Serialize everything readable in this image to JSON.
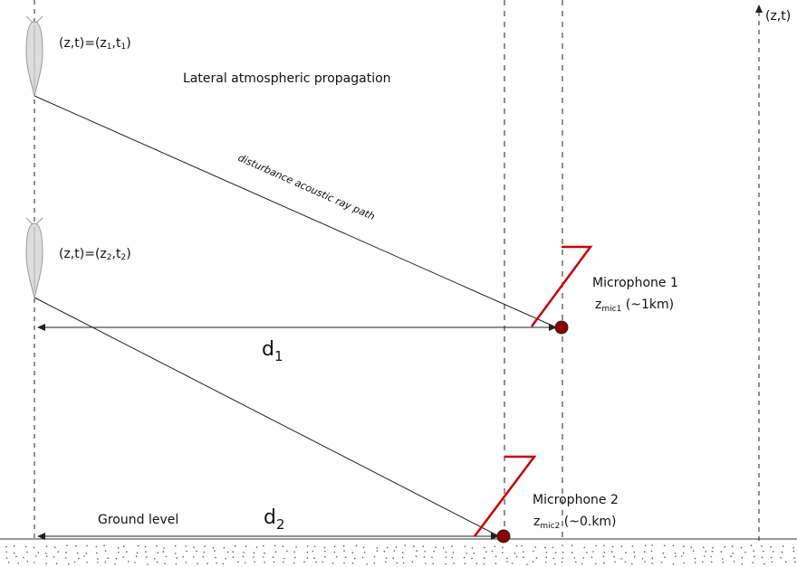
{
  "labels": {
    "axis": "(z,t)",
    "position1": {
      "main": "(z,t)=(z",
      "sub1": "1",
      "mid": ",t",
      "sub2": "1",
      "end": ")"
    },
    "position2": {
      "main": "(z,t)=(z",
      "sub1": "2",
      "mid": ",t",
      "sub2": "2",
      "end": ")"
    },
    "lateral_title": "Lateral atmospheric propagation",
    "ray_path": "disturbance acoustic ray path",
    "mic1_name": "Microphone 1",
    "mic1_z": "z",
    "mic1_z_sub": "mic1",
    "mic1_height": " (~1km)",
    "mic2_name": "Microphone 2",
    "mic2_z": "z",
    "mic2_z_sub": "mic2",
    "mic2_height": " (~0.km)",
    "d1": "d",
    "d1_sub": "1",
    "d2": "d",
    "d2_sub": "2",
    "ground": "Ground level"
  },
  "colors": {
    "line": "#222222",
    "marker": "#cc0000",
    "mic": "#8b0000",
    "ground_dots": "#555555",
    "projectile": "#dddddd"
  },
  "icons": {
    "projectile": "bomb-icon",
    "microphone": "microphone-dot-icon"
  }
}
